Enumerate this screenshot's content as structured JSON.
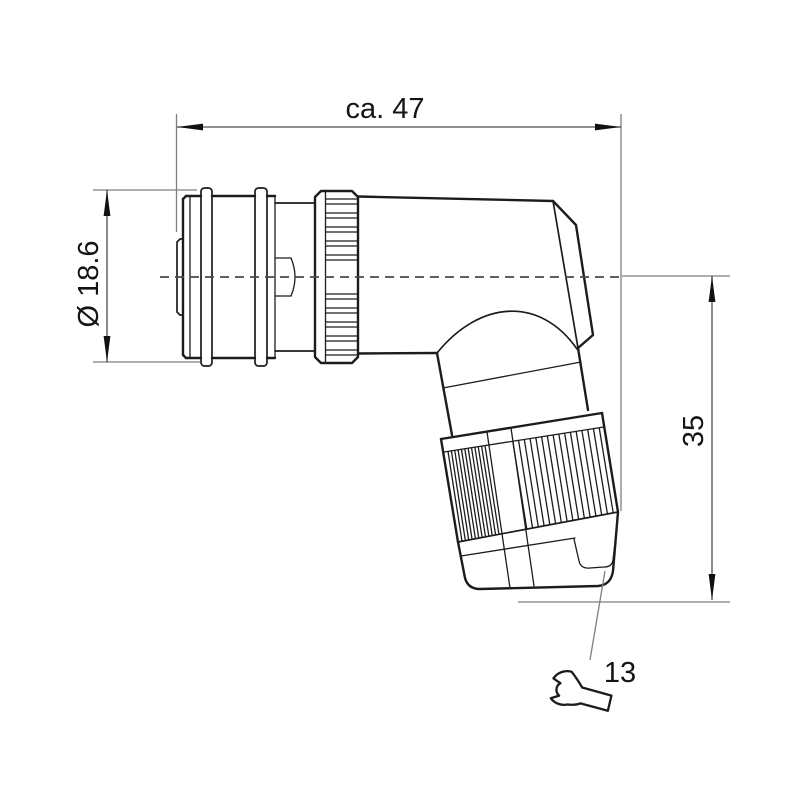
{
  "dimensions": {
    "overall_length": "ca. 47",
    "diameter": "Ø 18.6",
    "height": "35",
    "wrench_size": "13"
  },
  "icons": {
    "wrench": "open-end-wrench-icon"
  },
  "colors": {
    "object_line": "#1c1c1c",
    "dimension_line": "#4d4d4d",
    "extension_line": "#7e7e7e",
    "centerline": "#4a4a4a",
    "arrow": "#111111",
    "background": "#ffffff"
  }
}
